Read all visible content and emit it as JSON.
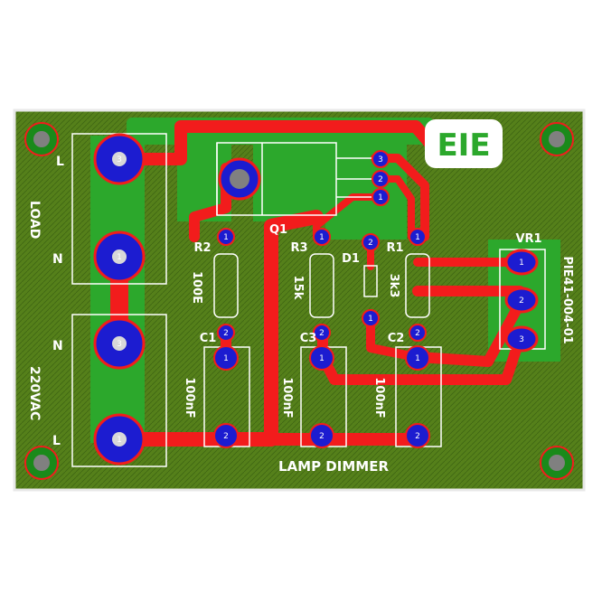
{
  "board_title": "LAMP DIMMER",
  "part_number": "PIE41-004-01",
  "logo": "EIE",
  "connectors": {
    "load_label": "LOAD",
    "mains_label": "220VAC",
    "load_l": "L",
    "load_n": "N",
    "mains_n": "N",
    "mains_l": "L"
  },
  "components": {
    "q1": "Q1",
    "r1": "R1",
    "r1_value": "3k3",
    "r2": "R2",
    "r2_value": "100E",
    "r3": "R3",
    "r3_value": "15k",
    "d1": "D1",
    "c1": "C1",
    "c1_value": "100nF",
    "c2": "C2",
    "c2_value": "100nF",
    "c3": "C3",
    "c3_value": "100nF",
    "vr1": "VR1"
  },
  "pins": {
    "p1": "1",
    "p2": "2",
    "p3": "3"
  },
  "colors": {
    "board": "#55801a",
    "trace": "#f21c1c",
    "pad_copper": "#1c1cd0",
    "silk": "#ffffff",
    "mount_hole": "#1a8a1a"
  }
}
